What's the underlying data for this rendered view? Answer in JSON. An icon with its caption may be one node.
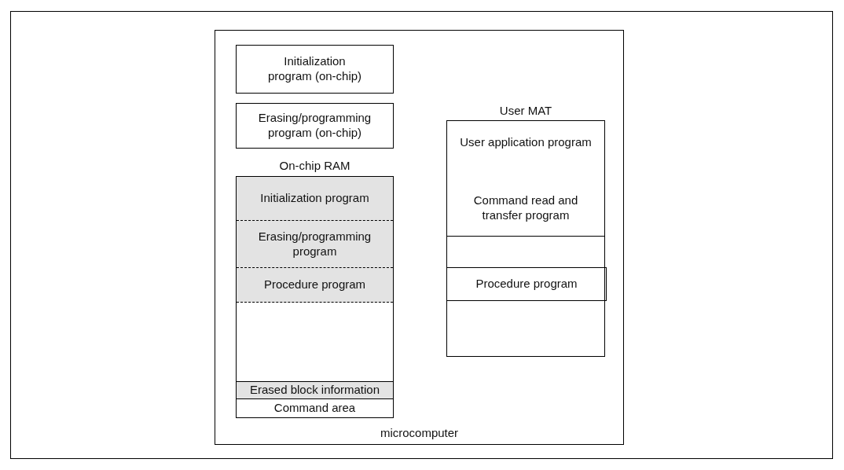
{
  "diagram": {
    "nodes": [
      {
        "text": [
          "microcomputer"
        ]
      },
      {
        "text": [
          "Initialization program (on-chip)"
        ],
        "in": 0
      },
      {
        "text": [
          "Erasing/programming program (on-chip)"
        ],
        "in": 0
      },
      {
        "text": [
          "On-chip RAM"
        ],
        "in": 0
      },
      {
        "text": [
          "Initialization program"
        ],
        "in": 3
      },
      {
        "text": [
          "Erasing/programming program"
        ],
        "in": 3
      },
      {
        "text": [
          "Procedure program"
        ],
        "in": 3
      },
      {
        "text": [
          "Erased block information"
        ],
        "in": 3
      },
      {
        "text": [
          "Command area"
        ],
        "in": 3
      },
      {
        "text": [
          "User MAT"
        ],
        "in": 0
      },
      {
        "text": [
          "User application program",
          "Command read and transfer program"
        ],
        "in": 9
      },
      {
        "text": [
          "Procedure program"
        ],
        "in": 9
      }
    ],
    "edges": []
  }
}
